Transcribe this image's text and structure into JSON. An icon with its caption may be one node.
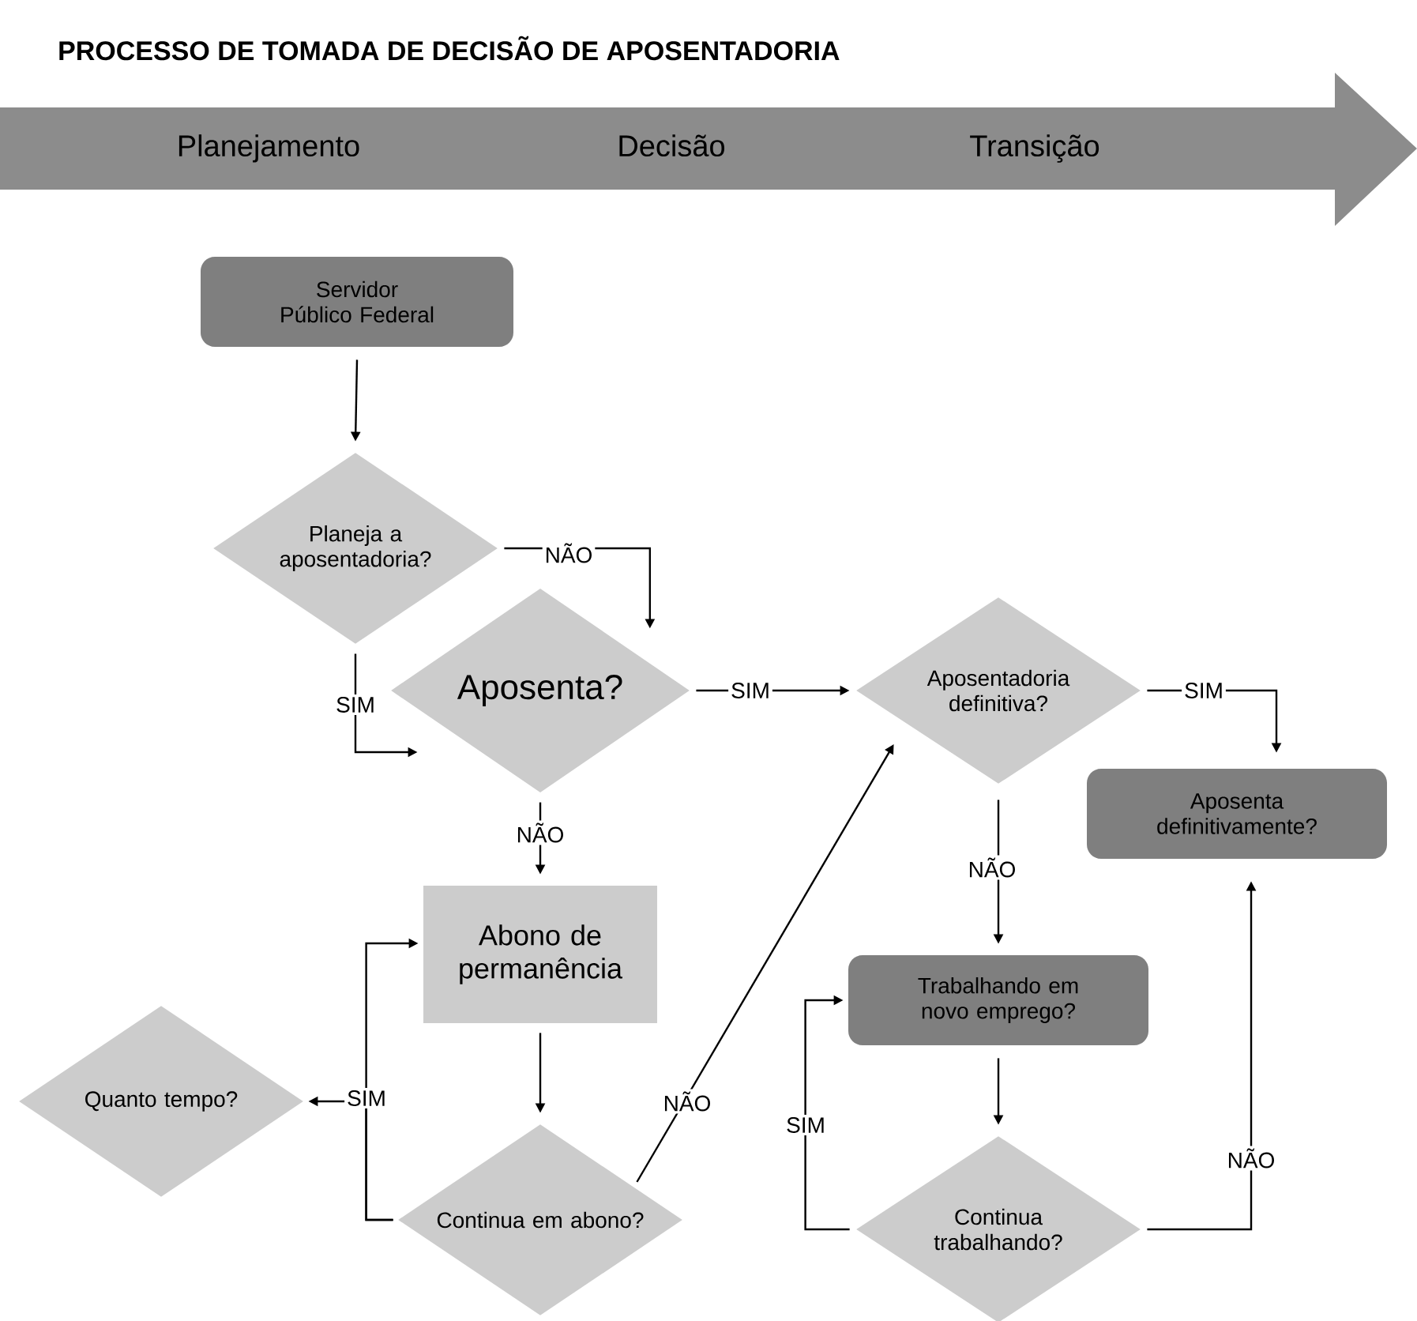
{
  "diagram": {
    "title": "PROCESSO DE TOMADA DE DECISÃO DE APOSENTADORIA",
    "nodes": [
      {
        "text": [
          "Planejamento",
          "Decisão",
          "Transição"
        ]
      },
      {
        "text": [
          "Servidor Público Federal"
        ]
      },
      {
        "text": [
          "Planeja a aposentadoria?"
        ]
      },
      {
        "text": [
          "Aposenta?"
        ]
      },
      {
        "text": [
          "Aposentadoria definitiva?"
        ]
      },
      {
        "text": [
          "Aposenta definitivamente?"
        ]
      },
      {
        "text": [
          "Abono de permanência"
        ]
      },
      {
        "text": [
          "Trabalhando em novo emprego?"
        ]
      },
      {
        "text": [
          "Quanto tempo?"
        ]
      },
      {
        "text": [
          "Continua em abono?"
        ]
      },
      {
        "text": [
          "Continua trabalhando?"
        ]
      }
    ],
    "edges": [
      {
        "from": 1,
        "to": 2,
        "arrow": "to"
      },
      {
        "from": 2,
        "to": 3,
        "arrow": "to",
        "label": "NÃO"
      },
      {
        "from": 2,
        "to": 3,
        "arrow": "to",
        "label": "SIM"
      },
      {
        "from": 3,
        "to": 4,
        "arrow": "to",
        "label": "SIM"
      },
      {
        "from": 4,
        "to": 5,
        "arrow": "to",
        "label": "SIM"
      },
      {
        "from": 3,
        "to": 6,
        "arrow": "to",
        "label": "NÃO"
      },
      {
        "from": 4,
        "to": 7,
        "arrow": "to",
        "label": "NÃO"
      },
      {
        "from": 6,
        "to": 9,
        "arrow": "to"
      },
      {
        "from": 9,
        "to": 6,
        "arrow": "to"
      },
      {
        "from": 9,
        "to": 8,
        "arrow": "to",
        "label": "SIM"
      },
      {
        "from": 9,
        "to": 4,
        "arrow": "to",
        "label": "NÃO"
      },
      {
        "from": 7,
        "to": 10,
        "arrow": "to"
      },
      {
        "from": 10,
        "to": 7,
        "arrow": "to",
        "label": "SIM"
      },
      {
        "from": 10,
        "to": 5,
        "arrow": "to",
        "label": "NÃO"
      }
    ]
  }
}
